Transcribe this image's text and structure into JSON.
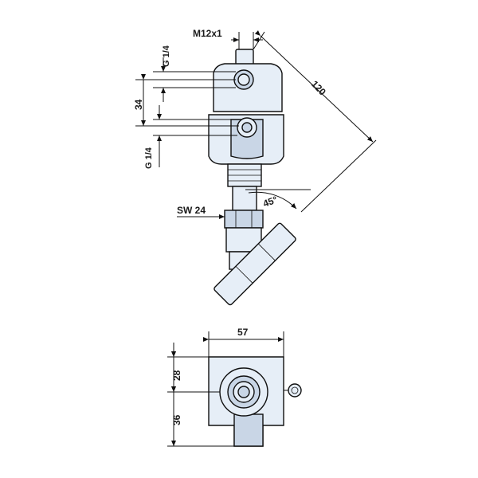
{
  "labels": {
    "m12": "M12x1",
    "g14_top": "G 1/4",
    "dim34": "34",
    "g14_bottom": "G 1/4",
    "dim120": "120",
    "angle45": "45°",
    "sw24": "SW 24",
    "dim57": "57",
    "dim28": "28",
    "dim36": "36"
  },
  "colors": {
    "body_fill": "#e6eef7",
    "body_shade": "#c9d6e6",
    "line": "#101010"
  }
}
